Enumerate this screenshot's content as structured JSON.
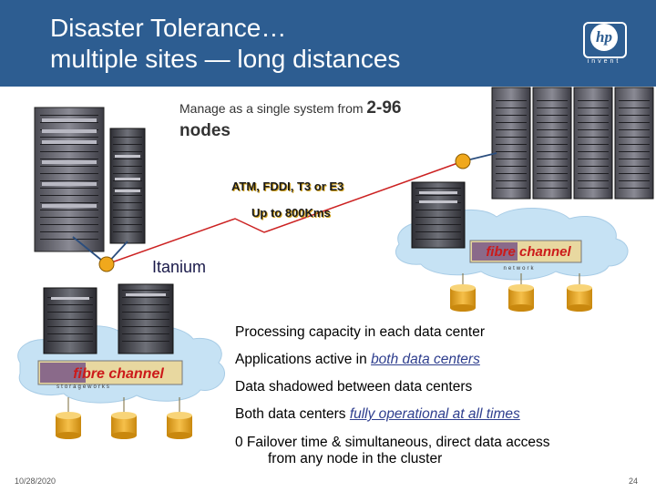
{
  "header": {
    "title_line1": "Disaster Tolerance…",
    "title_line2": "multiple sites — long distances",
    "logo_text": "hp",
    "logo_sub": "invent"
  },
  "labels": {
    "manage_prefix": "Manage as a single system from",
    "manage_range": "2-96",
    "manage_nodes": "nodes",
    "link_types": "ATM, FDDI, T3 or E3",
    "link_distance": "Up to 800Kms",
    "itanium": "Itanium",
    "fibre_channel": "fibre channel",
    "storageworks": "storageworks",
    "network": "network"
  },
  "bullets": {
    "b1": "Processing capacity in each data center",
    "b2_prefix": "Applications active in ",
    "b2_emph": "both data centers",
    "b3": "Data shadowed between data centers",
    "b4_prefix": "Both data centers ",
    "b4_emph": "fully operational at all times",
    "b5_line1": "0 Failover time & simultaneous, direct data access",
    "b5_line2": "from any node in the cluster"
  },
  "footer": {
    "date": "10/28/2020",
    "page": "24"
  },
  "colors": {
    "header_bg": "#2d5d91",
    "node_orange": "#f0a81c",
    "cloud_blue": "#c6e2f4",
    "link_red": "#cc2222"
  }
}
